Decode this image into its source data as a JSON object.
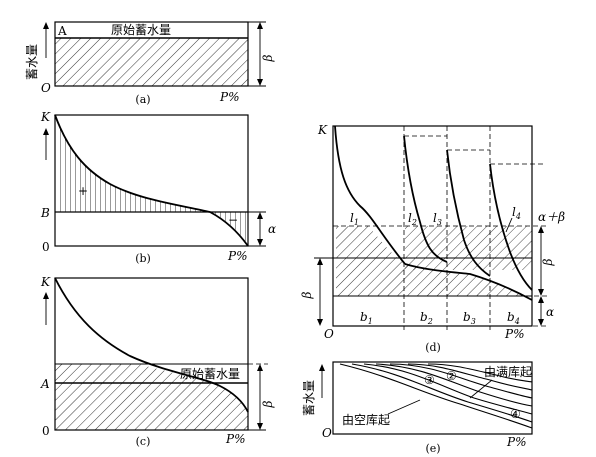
{
  "axis_labels": {
    "storage": "蓄水量",
    "origin": "O",
    "zero": "0",
    "p_percent": "P%"
  },
  "panel_a": {
    "caption": "(a)",
    "corner_label": "A",
    "original_storage": "原始蓄水量",
    "beta": "β"
  },
  "panel_b": {
    "caption": "(b)",
    "k_label": "K",
    "b_label": "B",
    "plus": "+",
    "minus": "−",
    "alpha": "α"
  },
  "panel_c": {
    "caption": "(c)",
    "k_label": "K",
    "a_label": "A",
    "original_storage": "原始蓄水量",
    "beta": "β"
  },
  "panel_d": {
    "caption": "(d)",
    "k_label": "K",
    "curves": [
      "l1",
      "l2",
      "l3",
      "l4"
    ],
    "curve_label_letter": "l",
    "curve_subscripts": [
      "1",
      "2",
      "3",
      "4"
    ],
    "segments_letter": "b",
    "segment_subscripts": [
      "1",
      "2",
      "3",
      "4"
    ],
    "alpha_plus_beta": "α＋β",
    "beta": "β",
    "alpha": "α"
  },
  "panel_e": {
    "caption": "(e)",
    "from_full": "由满库起",
    "from_empty": "由空库起",
    "circle_labels": [
      "③",
      "②",
      "④"
    ]
  },
  "colors": {
    "ink": "#000000",
    "paper": "#ffffff"
  }
}
